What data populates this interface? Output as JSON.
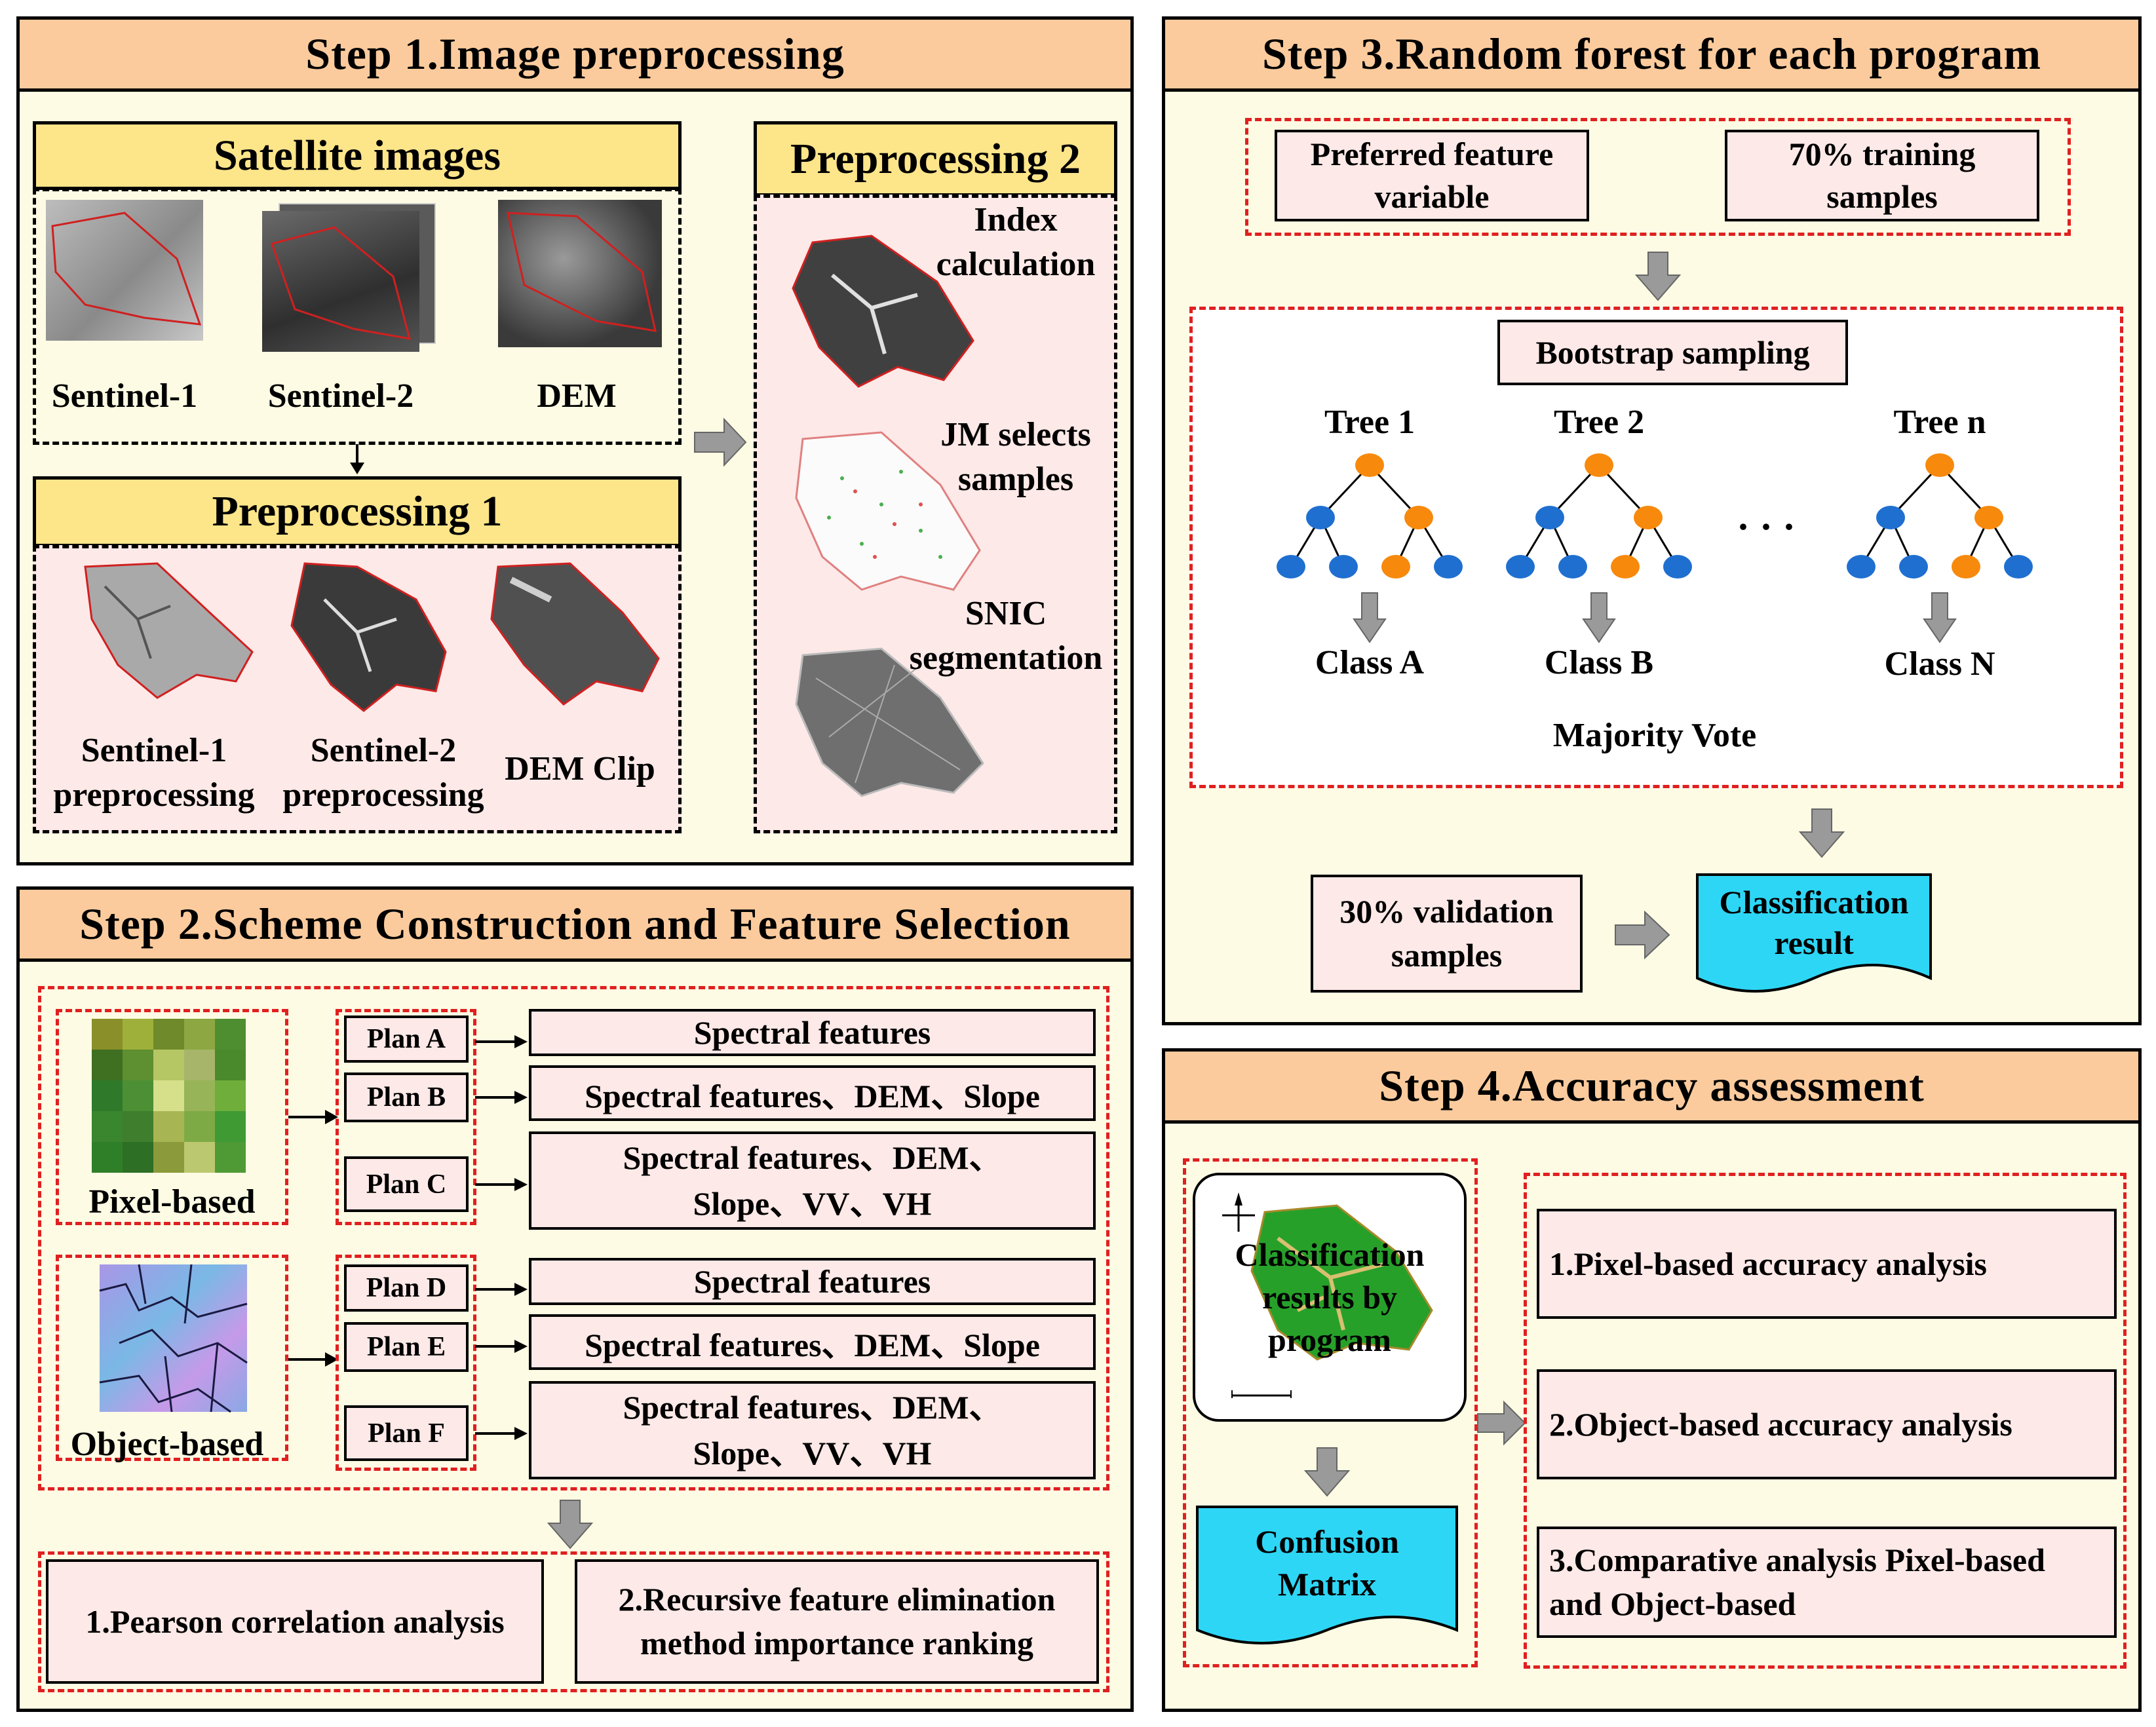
{
  "step1": {
    "title": "Step 1.Image preprocessing",
    "satellite_title": "Satellite images",
    "satellite_labels": [
      "Sentinel-1",
      "Sentinel-2",
      "DEM"
    ],
    "pre1_title": "Preprocessing 1",
    "pre1_labels": [
      "Sentinel-1\npreprocessing",
      "Sentinel-2\npreprocessing",
      "DEM Clip"
    ],
    "pre2_title": "Preprocessing 2",
    "pre2_labels": [
      "Index\ncalculation",
      "JM  selects\nsamples",
      "SNIC\nsegmentation"
    ]
  },
  "step2": {
    "title": "Step 2.Scheme Construction and Feature Selection",
    "pixel_label": "Pixel-based",
    "object_label": "Object-based",
    "plans": [
      {
        "name": "Plan A",
        "features": "Spectral features"
      },
      {
        "name": "Plan B",
        "features": "Spectral features、DEM、Slope"
      },
      {
        "name": "Plan C",
        "features": "Spectral features、DEM、\nSlope、VV、VH"
      },
      {
        "name": "Plan D",
        "features": "Spectral features"
      },
      {
        "name": "Plan E",
        "features": "Spectral features、DEM、Slope"
      },
      {
        "name": "Plan F",
        "features": "Spectral features、DEM、\nSlope、VV、VH"
      }
    ],
    "method1": "1.Pearson correlation analysis",
    "method2": "2.Recursive feature elimination\nmethod  importance ranking"
  },
  "step3": {
    "title": "Step 3.Random forest for each program",
    "input1": "Preferred feature\nvariable",
    "input2": "70% training\nsamples",
    "bootstrap": "Bootstrap sampling",
    "trees": [
      "Tree 1",
      "Tree 2",
      "Tree n"
    ],
    "ellipsis": "· · ·",
    "classes": [
      "Class A",
      "Class B",
      "Class N"
    ],
    "vote": "Majority Vote",
    "validation": "30% validation\nsamples",
    "result": "Classification\nresult",
    "colors": {
      "node_orange": "#f7890c",
      "node_blue": "#1f6fd0",
      "result_cyan": "#2ed6f5"
    }
  },
  "step4": {
    "title": "Step 4.Accuracy assessment",
    "map_label": "Classification\nresults by\nprogram",
    "confusion": "Confusion\nMatrix",
    "analyses": [
      "1.Pixel-based accuracy analysis",
      "2.Object-based accuracy analysis",
      "3.Comparative analysis Pixel-based\nand Object-based"
    ]
  }
}
